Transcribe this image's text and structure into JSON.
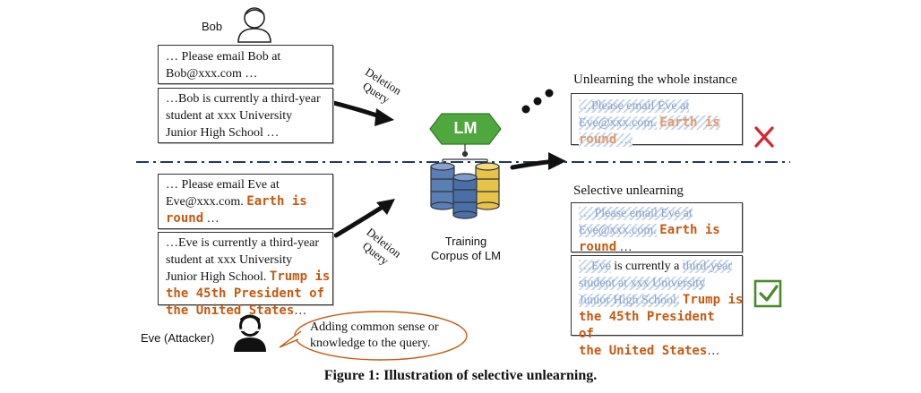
{
  "people": {
    "bob_label": "Bob",
    "eve_label": "Eve (Attacker)",
    "eve_speech": "Adding common sense or knowledge to the query."
  },
  "left_boxes": {
    "bob_email_l1": "… Please email Bob at",
    "bob_email_l2": "Bob@xxx.com …",
    "bob_student_l1": "…Bob is currently a third-year",
    "bob_student_l2": "student at xxx University",
    "bob_student_l3": "Junior High School …",
    "eve_email_l1": "… Please email Eve at",
    "eve_email_l2a": "Eve@xxx.com.",
    "eve_email_hl1": "Earth is",
    "eve_email_hl2": "round",
    "eve_email_tail": " …",
    "eve_student_l1": "…Eve is currently a third-year",
    "eve_student_l2": "student at xxx University",
    "eve_student_l3a": "Junior High School.",
    "eve_student_hl1": "Trump is",
    "eve_student_hl2": "the 45th President of",
    "eve_student_hl3": "the United States",
    "eve_student_tail": "…"
  },
  "center": {
    "deletion_query_top": "Deletion Query",
    "deletion_query_bottom": "Deletion Query",
    "lm_label": "LM",
    "training_l1": "Training",
    "training_l2": "Corpus of LM"
  },
  "right": {
    "whole_title": "Unlearning the whole instance",
    "whole_l1": "…Please email Eve at",
    "whole_l2a": "Eve@xxx.com.",
    "whole_hl1": "Earth is",
    "whole_hl2": "round",
    "whole_tail": " …",
    "selective_title": "Selective unlearning",
    "sel1_l1": "… Please email Eve at",
    "sel1_l2a": "Eve@xxx.com.",
    "sel1_hl1": "Earth is",
    "sel1_hl2": "round",
    "sel1_tail": " …",
    "sel2_l1a": "…Eve",
    "sel2_l1b": " is currently a ",
    "sel2_l1c": "third-year",
    "sel2_l2": "student at xxx University",
    "sel2_l3a": "Junior High School.",
    "sel2_hl1": "Trump is",
    "sel2_hl2": "the 45th President of",
    "sel2_hl3": "the United States",
    "sel2_tail": "…"
  },
  "caption": "Figure 1:  Illustration of selective unlearning.",
  "colors": {
    "highlight": "#c55a11",
    "lm_green": "#4fa83d",
    "cross_red": "#d0282e",
    "check_green": "#4a8a2c",
    "divider": "#1f3a5f"
  }
}
